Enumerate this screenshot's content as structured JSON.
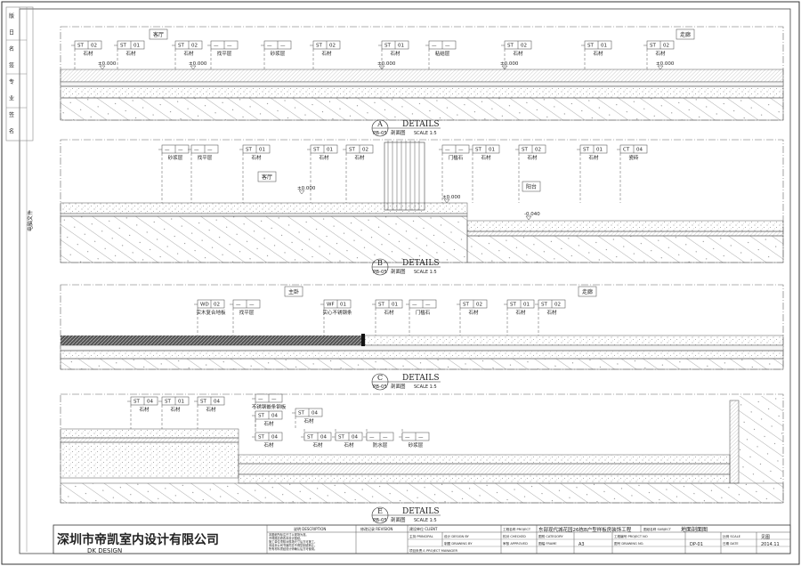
{
  "sidebar": {
    "labels": [
      "版",
      "日",
      "名",
      "签",
      "专",
      "业",
      "签",
      "名"
    ],
    "file_label": "电脑文件"
  },
  "company": {
    "name_cn": "深圳市帝凯室内设计有限公司",
    "name_en": "DK   DESIGN"
  },
  "sections": [
    {
      "id": "A",
      "sheet": "PB-05",
      "title": "DETAILS",
      "subtitle": "剖面图",
      "scale": "SCALE   1:5",
      "tags": [
        "客厅",
        "走廊"
      ],
      "elevations": [
        "±0.000",
        "±0.000",
        "±0.000",
        "±0.000",
        "±0.000"
      ],
      "callouts": [
        {
          "code": "ST",
          "num": "02",
          "label": "石材"
        },
        {
          "code": "ST",
          "num": "01",
          "label": "石材"
        },
        {
          "code": "ST",
          "num": "02",
          "label": "石材"
        },
        {
          "code": "—",
          "num": "—",
          "label": "找平层"
        },
        {
          "code": "—",
          "num": "—",
          "label": "砂浆层"
        },
        {
          "code": "ST",
          "num": "02",
          "label": "石材"
        },
        {
          "code": "ST",
          "num": "01",
          "label": "石材"
        },
        {
          "code": "—",
          "num": "—",
          "label": "粘结层"
        },
        {
          "code": "ST",
          "num": "02",
          "label": "石材"
        },
        {
          "code": "ST",
          "num": "01",
          "label": "石材"
        },
        {
          "code": "ST",
          "num": "02",
          "label": "石材"
        }
      ]
    },
    {
      "id": "B",
      "sheet": "PB-05",
      "title": "DETAILS",
      "subtitle": "剖面图",
      "scale": "SCALE   1:5",
      "tags": [
        "客厅",
        "阳台"
      ],
      "elevations": [
        "±0.000",
        "±0.000",
        "-0.040"
      ],
      "callouts": [
        {
          "code": "—",
          "num": "—",
          "label": "砂浆层"
        },
        {
          "code": "—",
          "num": "—",
          "label": "找平层"
        },
        {
          "code": "ST",
          "num": "01",
          "label": "石材"
        },
        {
          "code": "ST",
          "num": "01",
          "label": "石材"
        },
        {
          "code": "ST",
          "num": "02",
          "label": "石材"
        },
        {
          "code": "—",
          "num": "—",
          "label": "门槛石"
        },
        {
          "code": "ST",
          "num": "01",
          "label": "石材"
        },
        {
          "code": "ST",
          "num": "02",
          "label": "石材"
        },
        {
          "code": "ST",
          "num": "01",
          "label": "石材"
        },
        {
          "code": "CT",
          "num": "04",
          "label": "瓷砖"
        }
      ]
    },
    {
      "id": "C",
      "sheet": "PB-05",
      "title": "DETAILS",
      "subtitle": "剖面图",
      "scale": "SCALE   1:5",
      "tags": [
        "主卧",
        "走廊"
      ],
      "elevations": [],
      "callouts": [
        {
          "code": "WD",
          "num": "02",
          "label": "实木复合地板"
        },
        {
          "code": "—",
          "num": "—",
          "label": "找平层"
        },
        {
          "code": "WF",
          "num": "01",
          "label": "实心不锈钢条"
        },
        {
          "code": "ST",
          "num": "01",
          "label": "石材"
        },
        {
          "code": "—",
          "num": "—",
          "label": "门槛石"
        },
        {
          "code": "ST",
          "num": "02",
          "label": "石材"
        },
        {
          "code": "ST",
          "num": "01",
          "label": "石材"
        },
        {
          "code": "ST",
          "num": "02",
          "label": "石材"
        }
      ]
    },
    {
      "id": "E",
      "sheet": "PB-05",
      "title": "DETAILS",
      "subtitle": "剖面图",
      "scale": "SCALE   1:5",
      "tags": [],
      "elevations": [],
      "callouts": [
        {
          "code": "ST",
          "num": "04",
          "label": "石材"
        },
        {
          "code": "ST",
          "num": "01",
          "label": "石材"
        },
        {
          "code": "ST",
          "num": "04",
          "label": "石材"
        },
        {
          "code": "—",
          "num": "—",
          "label": "不锈钢嵌条钢板"
        },
        {
          "code": "ST",
          "num": "04",
          "label": "石材"
        },
        {
          "code": "ST",
          "num": "04",
          "label": "石材"
        },
        {
          "code": "ST",
          "num": "04",
          "label": "石材"
        },
        {
          "code": "ST",
          "num": "04",
          "label": "石材"
        },
        {
          "code": "ST",
          "num": "04",
          "label": "石材"
        },
        {
          "code": "—",
          "num": "—",
          "label": "防水层"
        },
        {
          "code": "—",
          "num": "—",
          "label": "砂浆层"
        }
      ]
    }
  ],
  "title_block": {
    "description_label": "说明 DESCRIPTION",
    "notes": [
      "本图纸所标注尺寸以现场为准。",
      "不得随意修改本设计图纸。",
      "施工单位须核对现场尺寸后方可施工。",
      "未经本公司书面同意不得复制或转让。",
      "所有材料须经设计师确认后方可使用。"
    ],
    "revision_label": "修改记录 REVISION",
    "client_label": "建设单位 CLIENT",
    "principal_label": "主持 PRINCIPAL",
    "design_label": "设计 DESIGN BY",
    "checked_label": "校对 CHECKED",
    "pm_label": "项目负责人 PROJECT MANAGER",
    "drawing_by_label": "制图 DRAWING BY",
    "approved_label": "审核 APPROVED",
    "project_label": "工程名称 PROJECT",
    "project_value": "东部现代城花园26栋B户型样板房装饰工程",
    "subject_label": "图纸名称 SUBJECT",
    "subject_value": "地面剖面图",
    "category_label": "图别 CATEGORY",
    "project_no_label": "工程编号 PROJECT NO",
    "scale_label": "比例 SCALE",
    "scale_value": "见图",
    "frame_label": "图幅 FRAME",
    "frame_value": "A3",
    "drawing_no_label": "图号 DRAWING NO.",
    "drawing_no_value": "DP-01",
    "date_label": "日期 DATE",
    "date_value": "2014.11"
  }
}
